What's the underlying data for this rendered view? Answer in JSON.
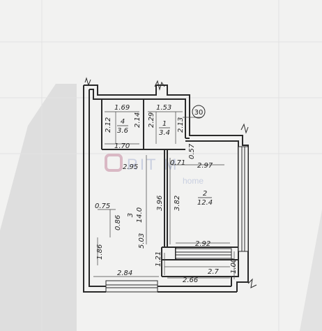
{
  "plan_number": "30",
  "watermark": {
    "brand": "RIT M",
    "sub": "home"
  },
  "rooms": [
    {
      "number": "4",
      "area": "3.6"
    },
    {
      "number": "1",
      "area": "3.4"
    },
    {
      "number": "2",
      "area": "12.4"
    },
    {
      "number": "3",
      "area": "14.0"
    }
  ],
  "dimensions": {
    "d169": "1.69",
    "d153": "1.53",
    "d212": "2.12",
    "d214": "2.14",
    "d229": "2.29",
    "d213": "2.13",
    "d057": "0.57",
    "d170": "1.70",
    "d295": "2.95",
    "d071": "0.71",
    "d297": "2.97",
    "d075": "0.75",
    "d086": "0.86",
    "d396": "3.96",
    "d382": "3.82",
    "d503": "5.03",
    "d292": "2.92",
    "d186": "1.86",
    "d121": "1.21",
    "d27": "2.7",
    "d284": "2.84",
    "d266": "2.66",
    "d100": "1.00"
  },
  "colors": {
    "wall": "#2a2a2a",
    "paper": "#f2f2f1",
    "shadow": "#cfcfcf"
  }
}
